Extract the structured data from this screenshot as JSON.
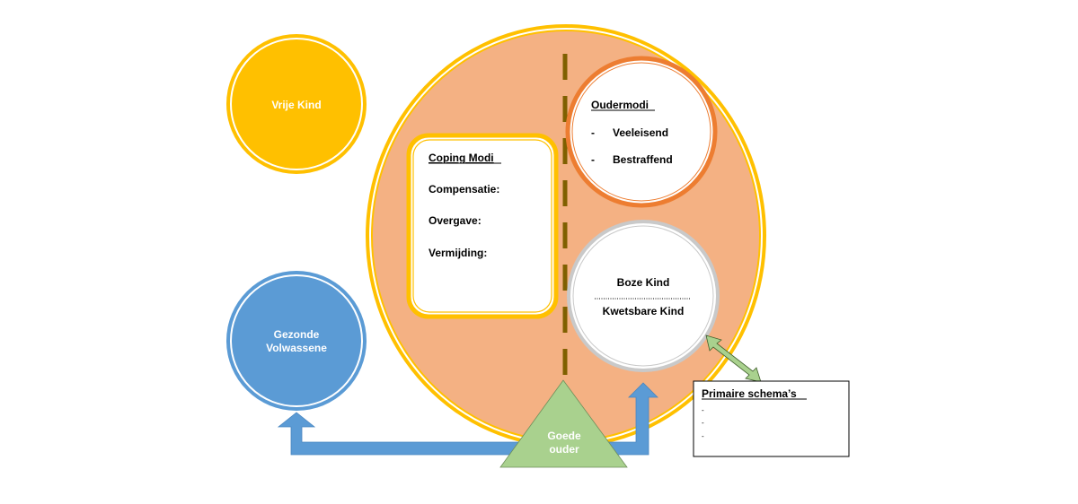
{
  "colors": {
    "vrije_kind": "#FFC000",
    "gezonde_volwassene": "#5B9BD5",
    "big_circle_fill": "#F4B183",
    "big_circle_border": "#FFC000",
    "divider": "#7F6000",
    "oudermodi_border": "#ED7D31",
    "kind_border": "#C9C9C9",
    "goede_ouder": "#A9D18E",
    "arrow_blue": "#5B9BD5",
    "arrow_green": "#A9D18E"
  },
  "vrije_kind": {
    "label": "Vrije Kind"
  },
  "gezonde_volwassene": {
    "line1": "Gezonde",
    "line2": "Volwassene"
  },
  "coping": {
    "title": "Coping Modi",
    "items": [
      "Compensatie:",
      "Overgave:",
      "Vermijding:"
    ]
  },
  "oudermodi": {
    "title": "Oudermodi",
    "bullet": "-",
    "items": [
      "Veeleisend",
      "Bestraffend"
    ]
  },
  "kind": {
    "top": "Boze Kind",
    "bottom": "Kwetsbare Kind"
  },
  "goede_ouder": {
    "line1": "Goede",
    "line2": "ouder"
  },
  "primaire": {
    "title": "Primaire schema’s",
    "items": [
      "-",
      "-",
      "-"
    ]
  }
}
